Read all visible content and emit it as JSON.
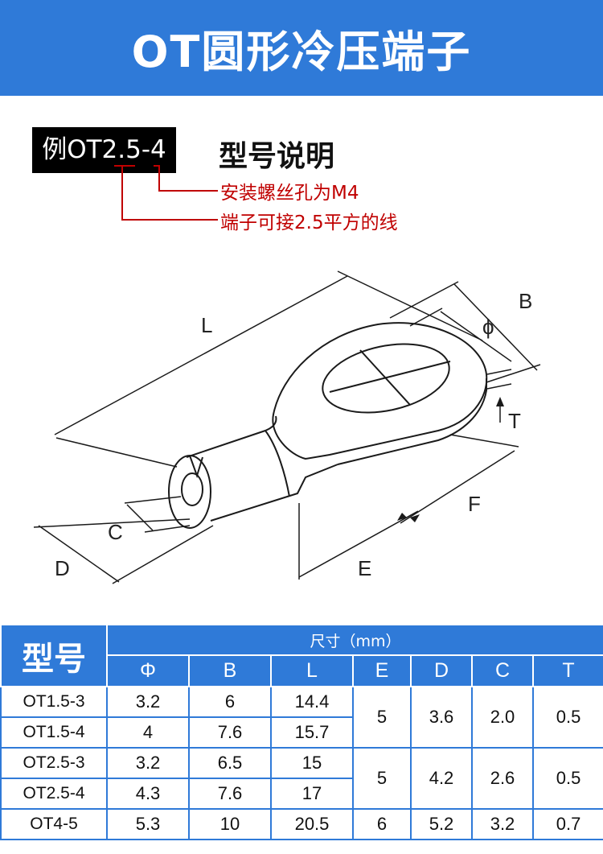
{
  "banner": {
    "title": "OT圆形冷压端子"
  },
  "example": {
    "code": "例OT2.5-4",
    "heading": "型号说明",
    "notes": [
      "安装螺丝孔为M4",
      "端子可接2.5平方的线"
    ]
  },
  "diagram": {
    "labels": {
      "L": "L",
      "B": "B",
      "phi": "ϕ",
      "T": "T",
      "F": "F",
      "C": "C",
      "D": "D",
      "E": "E"
    }
  },
  "table": {
    "model_header": "型号",
    "size_header": "尺寸（mm）",
    "columns": [
      "Φ",
      "B",
      "L",
      "E",
      "D",
      "C",
      "T"
    ],
    "rows": [
      {
        "model": "OT1.5-3",
        "phi": "3.2",
        "b": "6",
        "l": "14.4"
      },
      {
        "model": "OT1.5-4",
        "phi": "4",
        "b": "7.6",
        "l": "15.7"
      },
      {
        "model": "OT2.5-3",
        "phi": "3.2",
        "b": "6.5",
        "l": "15"
      },
      {
        "model": "OT2.5-4",
        "phi": "4.3",
        "b": "7.6",
        "l": "17"
      },
      {
        "model": "OT4-5",
        "phi": "5.3",
        "b": "10",
        "l": "20.5"
      }
    ],
    "groups": [
      {
        "e": "5",
        "d": "3.6",
        "c": "2.0",
        "t": "0.5"
      },
      {
        "e": "5",
        "d": "4.2",
        "c": "2.6",
        "t": "0.5"
      },
      {
        "e": "6",
        "d": "5.2",
        "c": "3.2",
        "t": "0.7"
      }
    ]
  },
  "colors": {
    "accent": "#2f7ad8",
    "note_red": "#c00000"
  }
}
